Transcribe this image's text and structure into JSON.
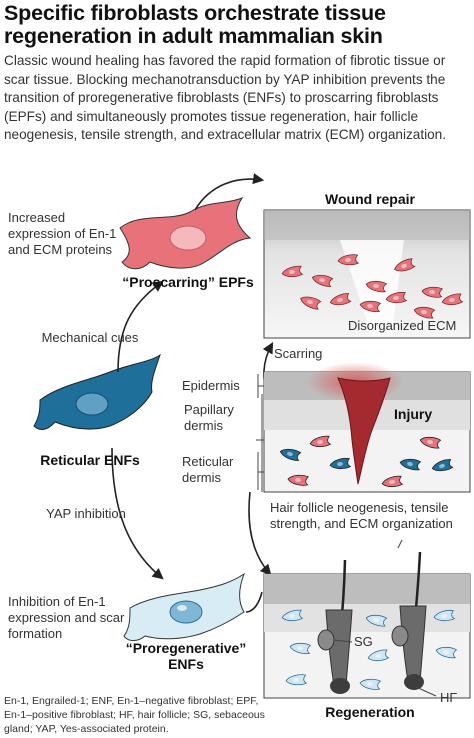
{
  "title": "Specific fibroblasts orchestrate tissue regeneration in adult mammalian skin",
  "intro": "Classic wound healing has favored the rapid formation of fibrotic tissue or scar tissue. Blocking mechanotransduction by YAP inhibition prevents the transition of proregenerative fibroblasts (ENFs) to proscarring fibroblasts (EPFs) and simultaneously promotes tissue regeneration, hair follicle neogenesis, tensile strength, and extracellular matrix (ECM) organization.",
  "left": {
    "increased": "Increased expression of En-1 and ECM proteins",
    "epf_label": "“Proscarring” EPFs",
    "mechanical": "Mechanical cues",
    "reticular": "Reticular ENFs",
    "yap": "YAP inhibition",
    "inhibition": "Inhibition of En-1 expression and scar formation",
    "enf_label": "“Proregenerative” ENFs"
  },
  "right": {
    "wound_repair": "Wound repair",
    "disorganized": "Disorganized ECM",
    "scarring": "Scarring",
    "epidermis": "Epidermis",
    "papillary": "Papillary dermis",
    "reticular_dermis": "Reticular dermis",
    "injury": "Injury",
    "hair_text": "Hair follicle neogenesis, tensile strength, and ECM organization",
    "sg": "SG",
    "hf": "HF",
    "regeneration": "Regeneration"
  },
  "footer": "En-1, Engrailed-1; ENF, En-1–negative fibroblast; EPF, En-1–positive fibroblast; HF, hair follicle; SG, sebaceous gland; YAP, Yes-associated protein.",
  "colors": {
    "epf": "#e8727a",
    "enf_dark": "#1e6f9a",
    "enf_light": "#cfe6f2",
    "injury": "#b3262e",
    "skin_top": "#c9c9c9",
    "skin_body": "#f1f1f1"
  }
}
